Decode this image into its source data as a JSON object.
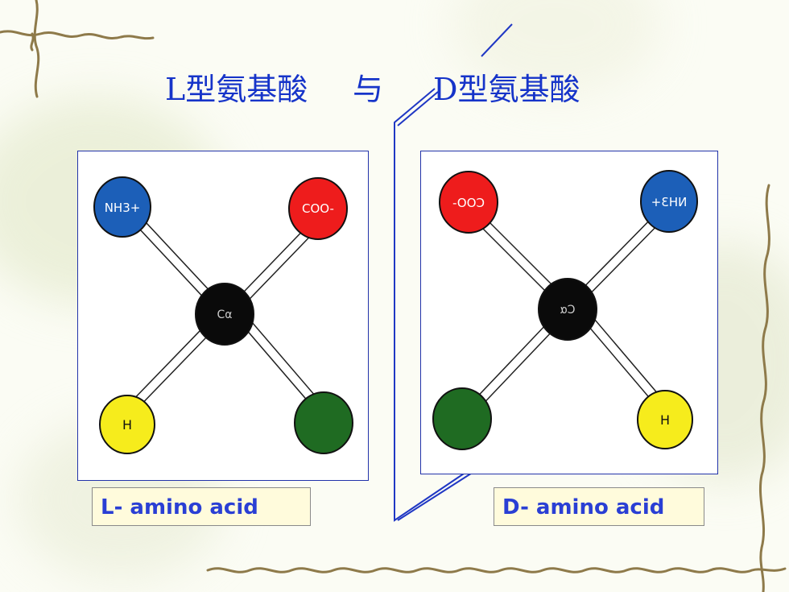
{
  "title": {
    "left_text": "L型氨基酸",
    "connector": "与",
    "right_text": "D型氨基酸",
    "color": "#1634c9"
  },
  "l_molecule": {
    "center_label": "Cα",
    "top_left_label": "NH3+",
    "top_right_label": "COO-",
    "bottom_left_label": "H",
    "caption": "L- amino acid"
  },
  "d_molecule": {
    "center_label": "Cα",
    "top_left_label": "COO-",
    "top_right_label": "NH3+",
    "bottom_right_label": "H",
    "caption": "D- amino acid"
  },
  "colors": {
    "amino_group": "#1c5fb8",
    "carboxyl_group": "#ee1c1c",
    "hydrogen": "#f6ec1c",
    "r_group": "#1f6b22",
    "alpha_carbon": "#0a0a0a",
    "frame_blue": "#2233aa"
  }
}
